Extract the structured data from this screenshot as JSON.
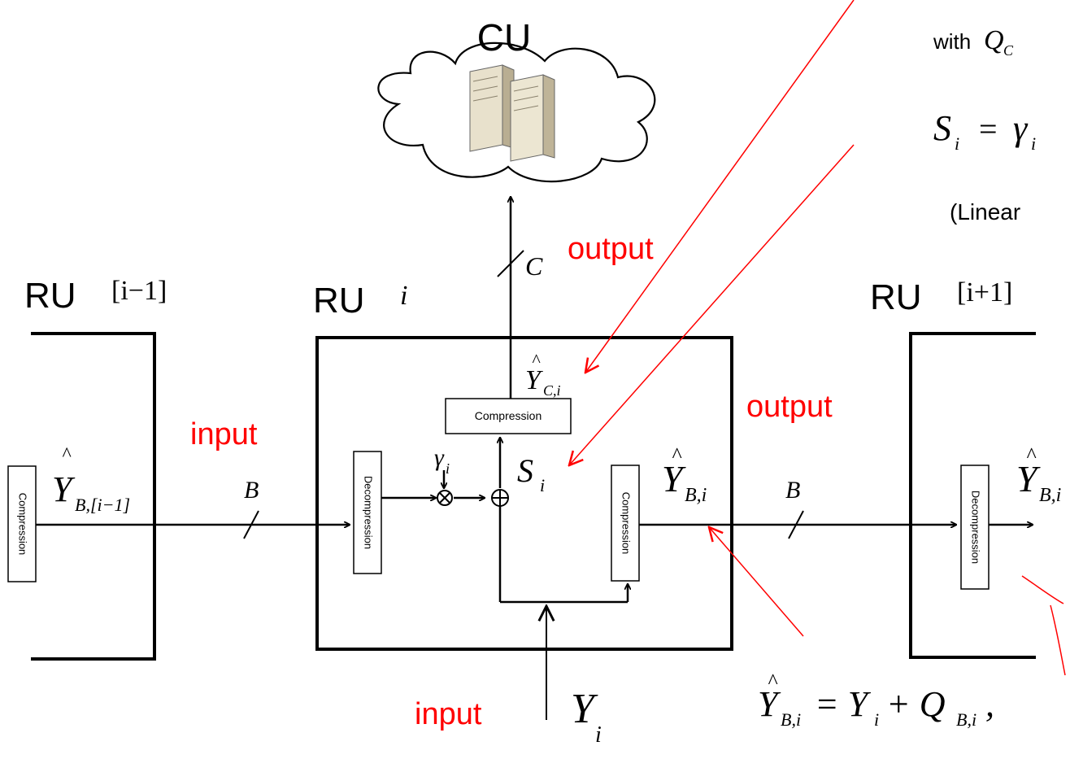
{
  "title_cu": "CU",
  "ru_left": {
    "label": "RU",
    "index": "[i−1]",
    "block": "Compression",
    "signal_base": "Y",
    "signal_sub": "B,[i−1]"
  },
  "ru_center": {
    "label": "RU",
    "index": "i"
  },
  "ru_right": {
    "label": "RU",
    "index": "[i+1]",
    "block": "Decompression",
    "signal_base": "Y",
    "signal_sub": "B,i"
  },
  "blocks": {
    "decompression": "Decompression",
    "compression_top": "Compression",
    "compression_right": "Compression"
  },
  "links": {
    "cu_link": "C",
    "left_link": "B",
    "right_link": "B"
  },
  "labels": {
    "output_top": "output",
    "output_right": "output",
    "input_left": "input",
    "input_bottom": "input"
  },
  "signals": {
    "y_c": {
      "base": "Y",
      "sub": "C,i"
    },
    "s": {
      "base": "S",
      "sub": "i"
    },
    "y_b": {
      "base": "Y",
      "sub": "B,i"
    },
    "y_in": {
      "base": "Y",
      "sub": "i"
    },
    "gamma": {
      "base": "γ",
      "sub": "i"
    }
  },
  "annotations": {
    "with_prefix": "with",
    "q_base": "Q",
    "q_sub": "C",
    "s_eq_lhs": "S",
    "s_eq_lhs_sub": "i",
    "s_eq_op": "=",
    "s_eq_rhs": "γ",
    "s_eq_rhs_sub": "i",
    "linear": "(Linear",
    "eq_lhs": "Y",
    "eq_lhs_sub": "B,i",
    "eq_mid": "= Y",
    "eq_mid_sub": "i",
    "eq_plus": "+ Q",
    "eq_plus_sub": "B,i",
    "eq_end": ","
  },
  "colors": {
    "line": "#000000",
    "accent": "#ff0000"
  }
}
